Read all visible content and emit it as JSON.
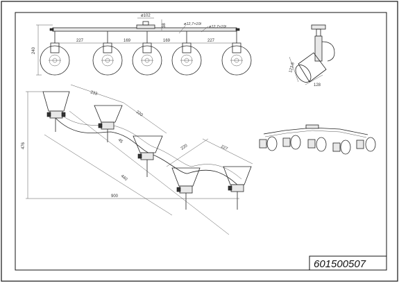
{
  "article_number": "601500507",
  "front_view": {
    "dims": {
      "bar_width": "ø102",
      "canopy_height": "38",
      "cable_a": "ø12,7×10t",
      "cable_b": "ø12,7×10t",
      "height": "240",
      "spacings": [
        "227",
        "169",
        "169",
        "227"
      ]
    }
  },
  "side_view": {
    "dims": {
      "height": "123.8",
      "width": "128"
    }
  },
  "top_view": {
    "dims": {
      "seg1": "233",
      "seg2": "220",
      "seg3": "220",
      "seg4": "227",
      "total_height": "476",
      "total_width": "900",
      "diagonal": "440",
      "offset": "45"
    }
  }
}
